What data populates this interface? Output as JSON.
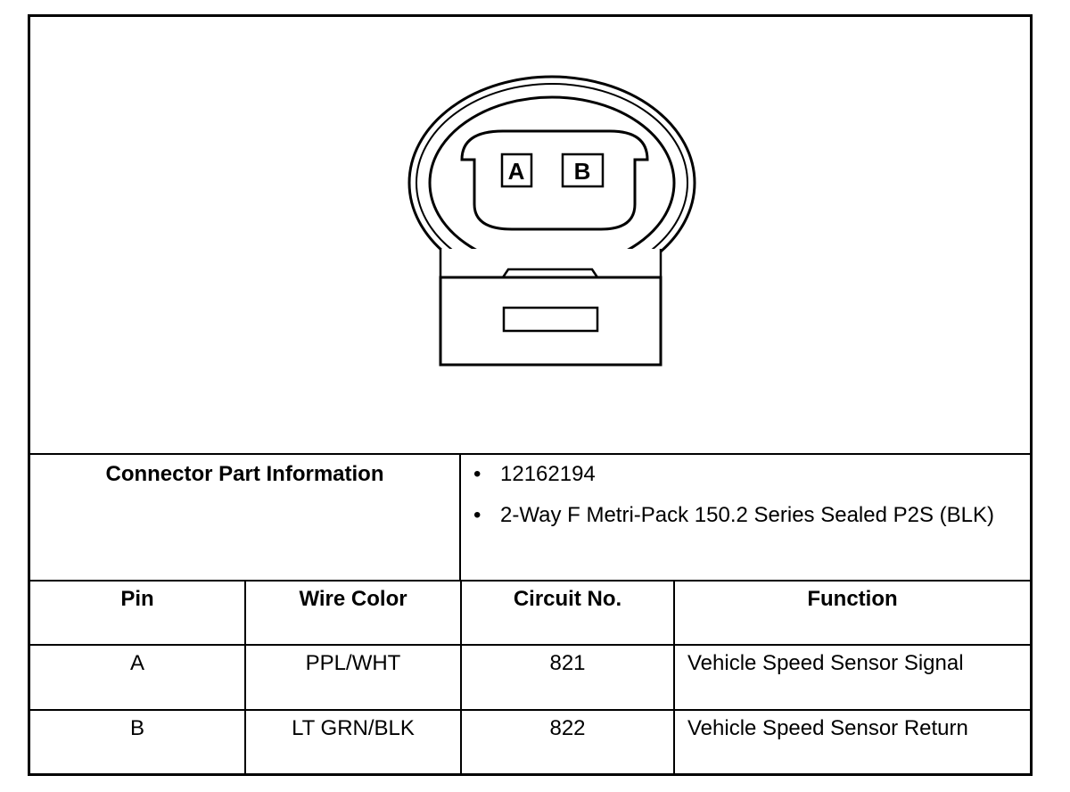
{
  "connector": {
    "pins": [
      "A",
      "B"
    ]
  },
  "part_info": {
    "title": "Connector Part Information",
    "bullet_symbol": "•",
    "items": [
      "12162194",
      "2-Way F Metri-Pack 150.2 Series Sealed P2S (BLK)"
    ]
  },
  "pin_table": {
    "headers": [
      "Pin",
      "Wire Color",
      "Circuit No.",
      "Function"
    ],
    "rows": [
      {
        "pin": "A",
        "wire_color": "PPL/WHT",
        "circuit": "821",
        "function": "Vehicle Speed Sensor Signal"
      },
      {
        "pin": "B",
        "wire_color": "LT GRN/BLK",
        "circuit": "822",
        "function": "Vehicle Speed Sensor Return"
      }
    ]
  }
}
